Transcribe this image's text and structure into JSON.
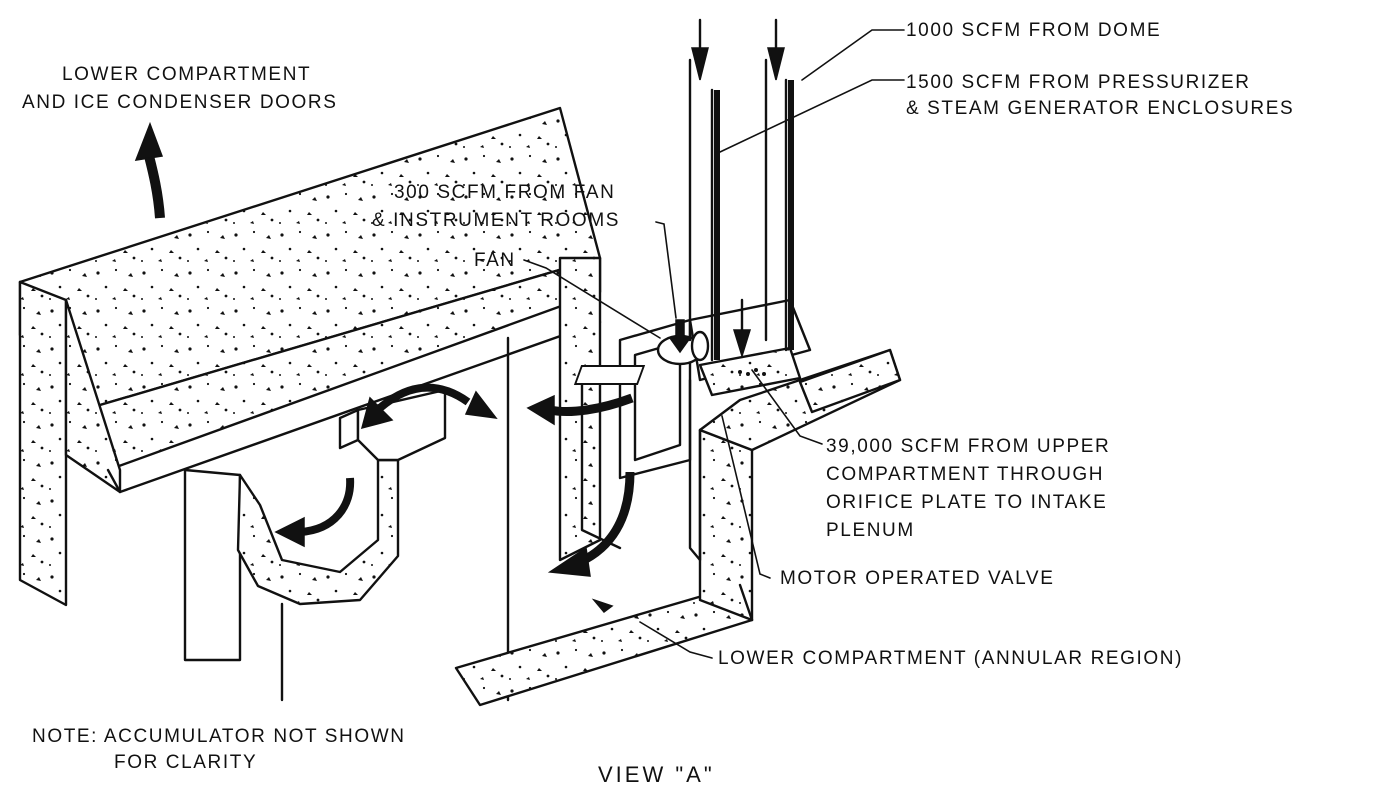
{
  "labels": {
    "dome": "1000 SCFM FROM DOME",
    "pressurizer_1": "1500 SCFM FROM PRESSURIZER",
    "pressurizer_2": "& STEAM GENERATOR ENCLOSURES",
    "lower_doors_1": "LOWER COMPARTMENT",
    "lower_doors_2": "AND ICE CONDENSER DOORS",
    "fan_rooms_1": "300 SCFM FROM FAN",
    "fan_rooms_2": "& INSTRUMENT ROOMS",
    "fan": "FAN",
    "upper_1": "39,000 SCFM FROM UPPER",
    "upper_2": "COMPARTMENT THROUGH",
    "upper_3": "ORIFICE PLATE TO INTAKE",
    "upper_4": "PLENUM",
    "valve": "MOTOR OPERATED VALVE",
    "annular": "LOWER COMPARTMENT (ANNULAR REGION)",
    "note_1": "NOTE: ACCUMULATOR NOT SHOWN",
    "note_2": "FOR CLARITY",
    "view": "VIEW \"A\""
  }
}
